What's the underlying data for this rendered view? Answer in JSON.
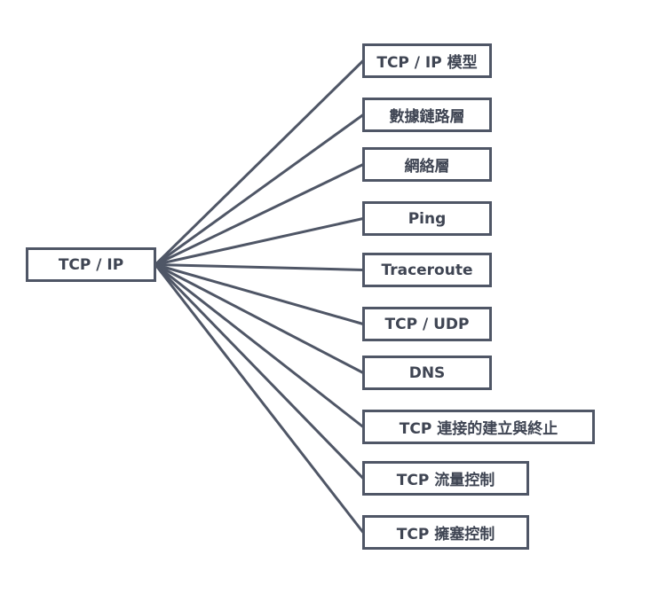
{
  "colors": {
    "line": "#4f5666",
    "text": "#3f4553",
    "background": "#ffffff"
  },
  "root": {
    "label": "TCP / IP"
  },
  "children": [
    {
      "label": "TCP / IP 模型"
    },
    {
      "label": "數據鏈路層"
    },
    {
      "label": "網絡層"
    },
    {
      "label": "Ping"
    },
    {
      "label": "Traceroute"
    },
    {
      "label": "TCP / UDP"
    },
    {
      "label": "DNS"
    },
    {
      "label": "TCP 連接的建立與終止"
    },
    {
      "label": "TCP 流量控制"
    },
    {
      "label": "TCP 擁塞控制"
    }
  ]
}
